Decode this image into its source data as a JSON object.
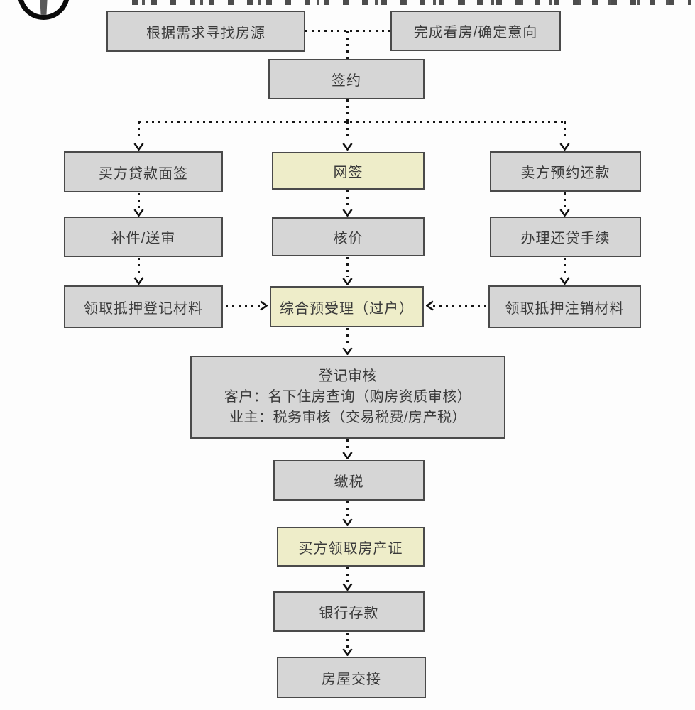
{
  "flowchart": {
    "nodes": {
      "find_housing": "根据需求寻找房源",
      "complete_viewing": "完成看房/确定意向",
      "sign_contract": "签约",
      "buyer_loan_interview": "买方贷款面签",
      "online_signing": "网签",
      "seller_repayment_appointment": "卖方预约还款",
      "supplement_review": "补件/送审",
      "price_verification": "核价",
      "loan_repayment_procedures": "办理还贷手续",
      "mortgage_registration_materials": "领取抵押登记材料",
      "comprehensive_preacceptance": "综合预受理（过户）",
      "mortgage_cancellation_materials": "领取抵押注销材料",
      "registration_review": {
        "title": "登记审核",
        "client_line": "客户：名下住房查询（购房资质审核）",
        "owner_line": "业主：税务审核（交易税费/房产税）"
      },
      "pay_tax": "缴税",
      "buyer_property_certificate": "买方领取房产证",
      "bank_deposit": "银行存款",
      "house_handover": "房屋交接"
    },
    "colors": {
      "node_gray": "#d6d6d6",
      "node_highlight": "#eeedc9",
      "node_border": "#4a4a4a",
      "connector": "#161616",
      "text": "#3a3a3a",
      "background": "#fdfdfd"
    }
  }
}
